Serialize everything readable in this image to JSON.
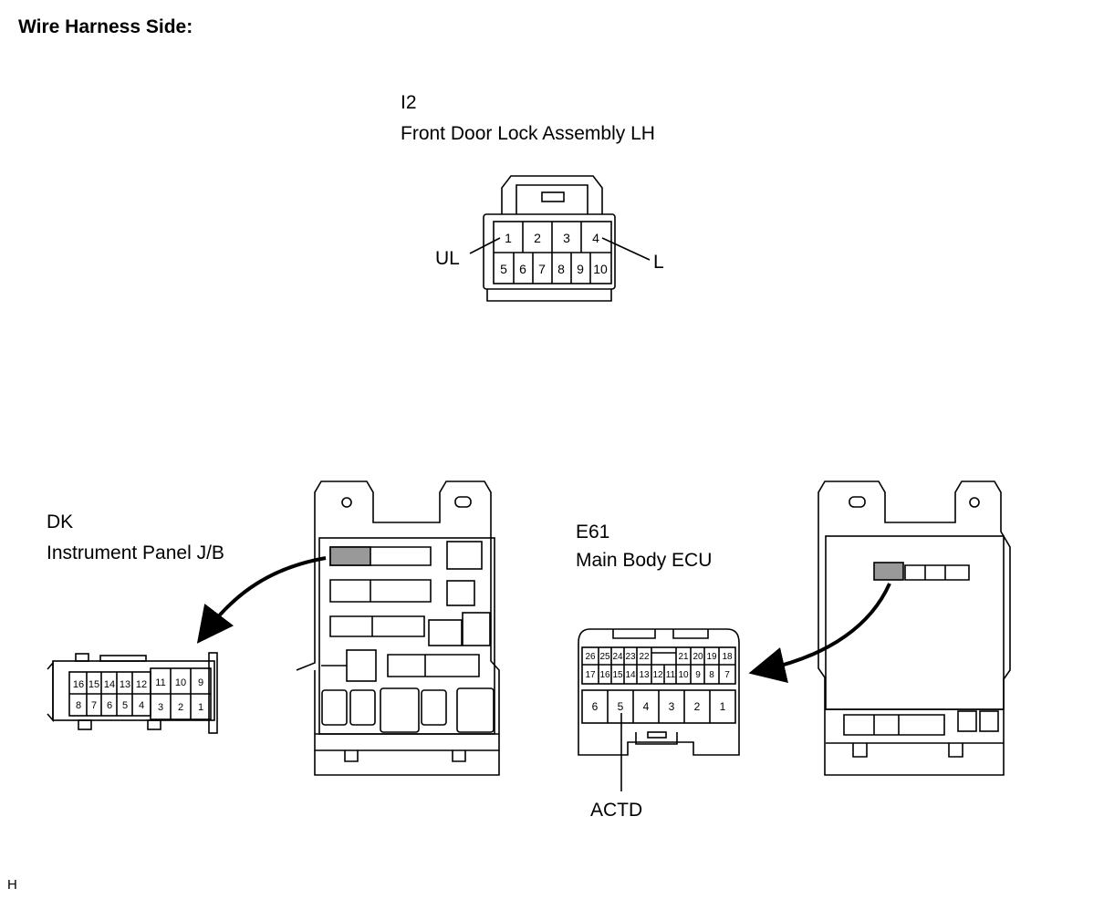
{
  "page": {
    "title": "Wire Harness Side:",
    "footer_mark": "H"
  },
  "connectors": {
    "i2": {
      "code": "I2",
      "name": "Front Door Lock Assembly LH",
      "pins_top": [
        "1",
        "2",
        "3",
        "4"
      ],
      "pins_bottom": [
        "5",
        "6",
        "7",
        "8",
        "9",
        "10"
      ],
      "callouts": [
        {
          "label": "UL",
          "pin": "1"
        },
        {
          "label": "L",
          "pin": "4"
        }
      ]
    },
    "dk": {
      "code": "DK",
      "name": "Instrument Panel J/B",
      "pins_top": [
        "16",
        "15",
        "14",
        "13",
        "12",
        "11",
        "10",
        "9"
      ],
      "pins_bottom": [
        "8",
        "7",
        "6",
        "5",
        "4",
        "3",
        "2",
        "1"
      ]
    },
    "e61": {
      "code": "E61",
      "name": "Main Body ECU",
      "pins_row1": [
        "26",
        "25",
        "24",
        "23",
        "22",
        "21",
        "20",
        "19",
        "18"
      ],
      "pins_row2": [
        "17",
        "16",
        "15",
        "14",
        "13",
        "12",
        "11",
        "10",
        "9",
        "8",
        "7"
      ],
      "pins_row3": [
        "6",
        "5",
        "4",
        "3",
        "2",
        "1"
      ],
      "callouts": [
        {
          "label": "ACTD",
          "pin": "5"
        }
      ]
    }
  }
}
